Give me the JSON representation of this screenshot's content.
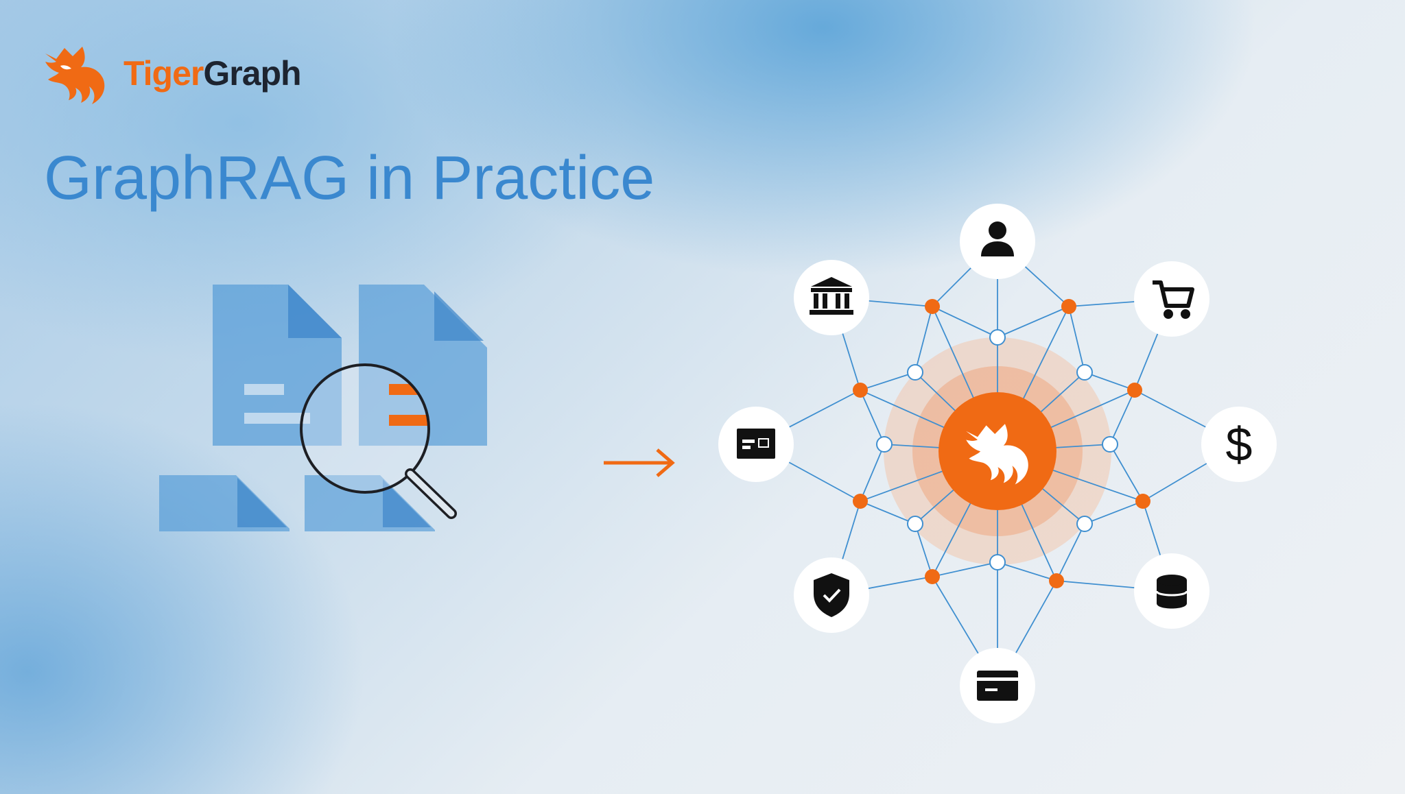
{
  "brand": {
    "name_part1": "Tiger",
    "name_part2": "Graph",
    "logo_icon": "tiger-head-icon",
    "accent_color": "#f06a14"
  },
  "title": "GraphRAG in Practice",
  "colors": {
    "title": "#3a88cf",
    "document": "#5b9fd8",
    "edge": "#3f8fd0",
    "hub": "#f06a14",
    "icon": "#111111"
  },
  "documents": {
    "count": 4,
    "icon": "document-icon",
    "magnifier_icon": "magnifying-glass-icon"
  },
  "arrow_icon": "right-arrow-icon",
  "graph": {
    "hub_icon": "tiger-head-icon",
    "nodes": [
      {
        "name": "person",
        "icon": "person-icon"
      },
      {
        "name": "cart",
        "icon": "shopping-cart-icon"
      },
      {
        "name": "dollar",
        "icon": "dollar-icon"
      },
      {
        "name": "database",
        "icon": "database-icon"
      },
      {
        "name": "card",
        "icon": "credit-card-icon"
      },
      {
        "name": "shield",
        "icon": "shield-check-icon"
      },
      {
        "name": "id-card",
        "icon": "id-card-icon"
      },
      {
        "name": "bank",
        "icon": "bank-icon"
      }
    ]
  }
}
